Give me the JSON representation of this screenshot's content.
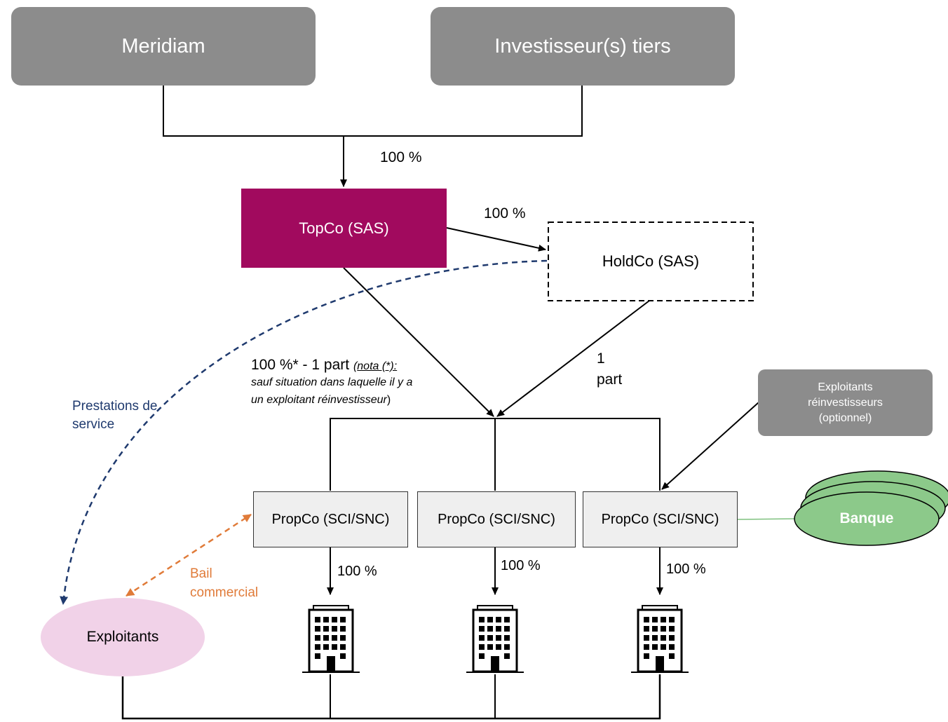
{
  "nodes": {
    "meridiam": "Meridiam",
    "investisseurs": "Investisseur(s) tiers",
    "topco": "TopCo (SAS)",
    "holdco": "HoldCo (SAS)",
    "propco_1": "PropCo (SCI/SNC)",
    "propco_2": "PropCo (SCI/SNC)",
    "propco_3": "PropCo (SCI/SNC)",
    "exploitants_reinvestisseurs": [
      "Exploitants",
      "réinvestisseurs",
      "(optionnel)"
    ],
    "banque": "Banque",
    "exploitants": "Exploitants"
  },
  "labels": {
    "to_topco": "100 %",
    "topco_to_holdco": "100 %",
    "topco_to_propco_main": "100 %* - 1 part",
    "nota_open": "(",
    "nota": "nota (*):",
    "nota_text_1": "sauf situation dans laquelle il y a",
    "nota_text_2": "un exploitant réinvestisseur",
    "nota_close": ")",
    "holdco_part_1": "1",
    "holdco_part_2": "part",
    "prestations_1": "Prestations de",
    "prestations_2": "service",
    "bail_1": "Bail",
    "bail_2": "commercial",
    "propco1_building": "100 %",
    "propco2_building": "100 %",
    "propco3_building": "100 %"
  },
  "icons": [
    "building-icon",
    "building-icon",
    "building-icon"
  ],
  "colors": {
    "gray_box": "#8c8c8c",
    "topco": "#a10a5e",
    "propco_fill": "#efefef",
    "banque": "#8cc98a",
    "exploitants": "#f1d2e8",
    "service_line": "#1f3a6e",
    "bail_line": "#e07b39"
  }
}
